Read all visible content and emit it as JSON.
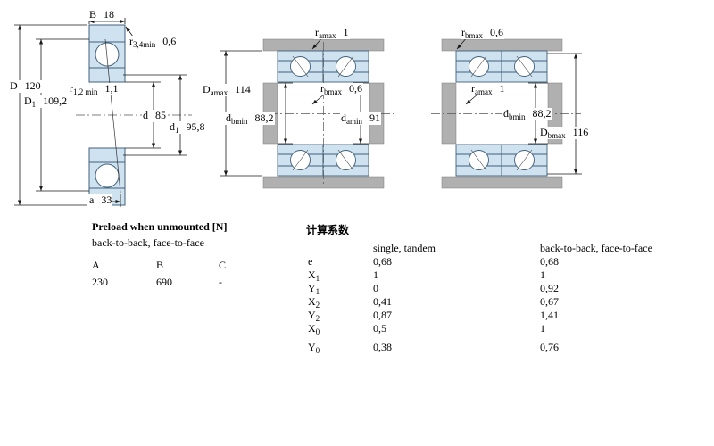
{
  "diagram1": {
    "B": {
      "sym": "B",
      "sub": "",
      "val": "18"
    },
    "r34": {
      "sym": "r",
      "sub": "3,4min",
      "val": "0,6"
    },
    "D": {
      "sym": "D",
      "sub": "",
      "val": "120"
    },
    "D1": {
      "sym": "D",
      "sub": "1",
      "val": "109,2"
    },
    "r12": {
      "sym": "r",
      "sub": "1,2 min",
      "val": "1,1"
    },
    "d": {
      "sym": "d",
      "sub": "",
      "val": "85"
    },
    "d1": {
      "sym": "d",
      "sub": "1",
      "val": "95,8"
    },
    "a": {
      "sym": "a",
      "sub": "",
      "val": "33"
    }
  },
  "diagram2": {
    "ramax": {
      "sym": "r",
      "sub": "amax",
      "val": "1"
    },
    "Damax": {
      "sym": "D",
      "sub": "amax",
      "val": "114"
    },
    "rbmax": {
      "sym": "r",
      "sub": "bmax",
      "val": "0,6"
    },
    "dbmin": {
      "sym": "d",
      "sub": "bmin",
      "val": "88,2"
    },
    "damin": {
      "sym": "d",
      "sub": "amin",
      "val": "91"
    }
  },
  "diagram3": {
    "rbmax": {
      "sym": "r",
      "sub": "bmax",
      "val": "0,6"
    },
    "ramax": {
      "sym": "r",
      "sub": "amax",
      "val": "1"
    },
    "dbmin": {
      "sym": "d",
      "sub": "bmin",
      "val": "88,2"
    },
    "Dbmax": {
      "sym": "D",
      "sub": "bmax",
      "val": "116"
    }
  },
  "preload": {
    "title": "Preload when unmounted [N]",
    "subtitle": "back-to-back, face-to-face",
    "headers": {
      "a": "A",
      "b": "B",
      "c": "C"
    },
    "values": {
      "a": "230",
      "b": "690",
      "c": "-"
    }
  },
  "factors": {
    "title": "计算系数",
    "col1": "single, tandem",
    "col2": "back-to-back, face-to-face",
    "rows": [
      {
        "base": "e",
        "sub": "",
        "v1": "0,68",
        "v2": "0,68"
      },
      {
        "base": "X",
        "sub": "1",
        "v1": "1",
        "v2": "1"
      },
      {
        "base": "Y",
        "sub": "1",
        "v1": "0",
        "v2": "0,92"
      },
      {
        "base": "X",
        "sub": "2",
        "v1": "0,41",
        "v2": "0,67"
      },
      {
        "base": "Y",
        "sub": "2",
        "v1": "0,87",
        "v2": "1,41"
      },
      {
        "base": "X",
        "sub": "0",
        "v1": "0,5",
        "v2": "1"
      },
      {
        "base": "Y",
        "sub": "0",
        "v1": "0,38",
        "v2": "0,76"
      }
    ]
  },
  "colors": {
    "bearing_fill": "#cfe2f0",
    "bearing_stroke": "#41607b",
    "steel_gray": "#b0b0b0",
    "line": "#1a1a1a"
  }
}
